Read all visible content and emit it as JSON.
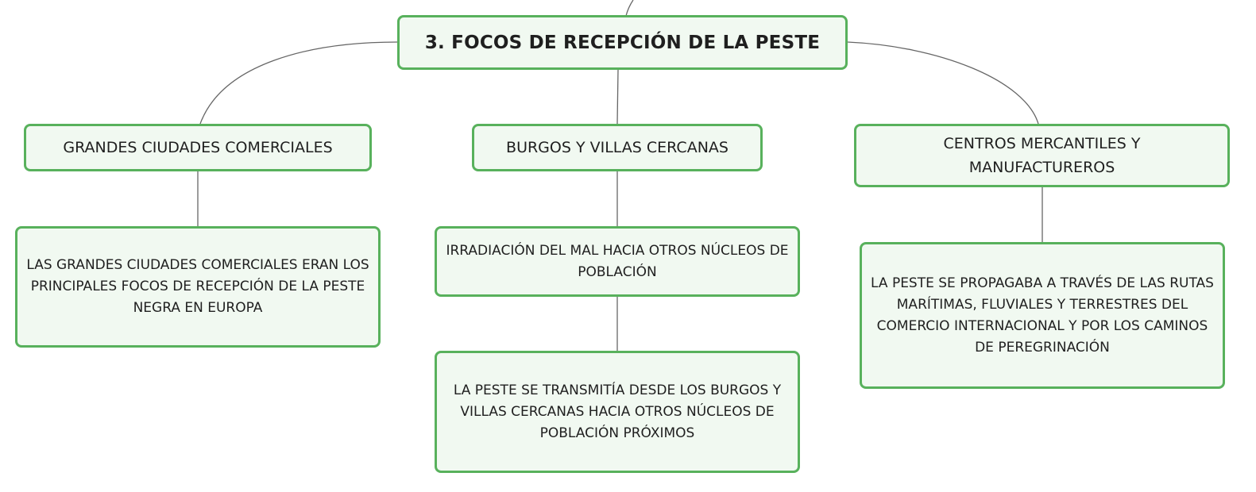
{
  "diagram": {
    "root": {
      "label": "3. FOCOS DE RECEPCIÓN DE LA PESTE"
    },
    "branches": [
      {
        "title": "GRANDES CIUDADES COMERCIALES",
        "details": [
          "LAS GRANDES CIUDADES COMERCIALES ERAN LOS PRINCIPALES FOCOS DE RECEPCIÓN DE LA PESTE NEGRA EN EUROPA"
        ]
      },
      {
        "title": "BURGOS Y VILLAS CERCANAS",
        "details": [
          "IRRADIACIÓN DEL MAL HACIA OTROS NÚCLEOS DE POBLACIÓN",
          "LA PESTE SE TRANSMITÍA DESDE LOS BURGOS Y VILLAS CERCANAS HACIA OTROS NÚCLEOS DE POBLACIÓN PRÓXIMOS"
        ]
      },
      {
        "title": "CENTROS MERCANTILES Y MANUFACTUREROS",
        "details": [
          "LA PESTE SE PROPAGABA A TRAVÉS DE LAS RUTAS MARÍTIMAS, FLUVIALES Y TERRESTRES DEL COMERCIO INTERNACIONAL Y POR LOS CAMINOS DE PEREGRINACIÓN"
        ]
      }
    ],
    "colors": {
      "node_border": "#58b15c",
      "node_fill": "#f1f9f1",
      "connector": "#666666",
      "text": "#1f1f1f"
    }
  }
}
